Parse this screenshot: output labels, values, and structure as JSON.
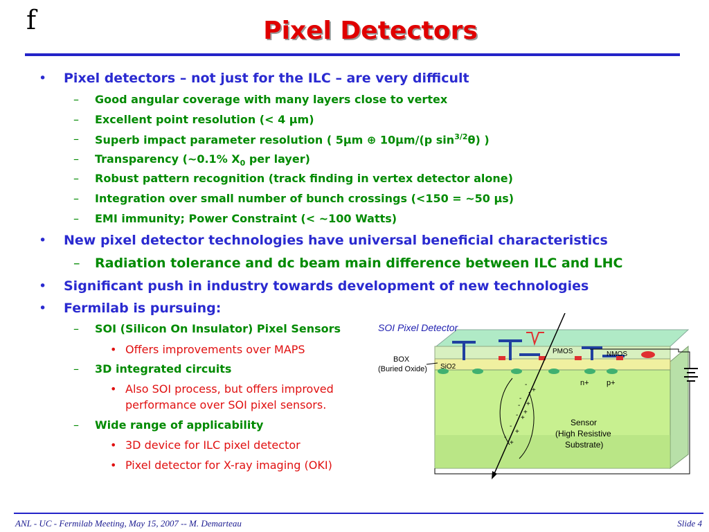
{
  "logo": "f",
  "title": "Pixel Detectors",
  "footer": {
    "left": "ANL - UC - Fermilab Meeting, May 15, 2007 -- M. Demarteau",
    "right": "Slide 4"
  },
  "bullets": {
    "b1": "Pixel detectors – not just for the ILC – are very difficult",
    "b1_1": "Good angular coverage with many layers close to vertex",
    "b1_2": "Excellent point resolution (< 4 μm)",
    "b1_3a": "Superb impact parameter resolution ( 5μm ⊕ 10μm/(p sin",
    "b1_3sup": "3/2",
    "b1_3b": "θ) )",
    "b1_4a": "Transparency (~0.1% X",
    "b1_4sub": "0",
    "b1_4b": " per layer)",
    "b1_5": "Robust pattern recognition (track finding in vertex detector alone)",
    "b1_6": "Integration over small number of bunch crossings (<150 = ~50 μs)",
    "b1_7": "EMI immunity; Power Constraint (< ~100 Watts)",
    "b2": "New pixel detector technologies have universal beneficial characteristics",
    "b2_1": "Radiation tolerance and dc beam main difference between ILC and LHC",
    "b3": "Significant push in industry towards development of new technologies",
    "b4": "Fermilab is pursuing:",
    "b4_1": "SOI (Silicon On Insulator) Pixel Sensors",
    "b4_1_1": "Offers improvements over MAPS",
    "b4_2": "3D integrated circuits",
    "b4_2_1a": "Also SOI process, but offers improved",
    "b4_2_1b": "performance over SOI pixel sensors.",
    "b4_3": "Wide range of applicability",
    "b4_3_1": "3D device for ILC pixel detector",
    "b4_3_2": "Pixel detector for X-ray imaging (OKI)"
  },
  "diagram": {
    "title": "SOI Pixel Detector",
    "box": "BOX",
    "buried_oxide": "(Buried Oxide)",
    "sio2": "SiO2",
    "pmos": "PMOS",
    "nmos": "NMOS",
    "nplus": "n+",
    "pplus": "p+",
    "sensor1": "Sensor",
    "sensor2": "(High Resistive",
    "sensor3": "Substrate)",
    "charges": [
      "+",
      "+",
      "+",
      "+",
      "+",
      "+",
      "-",
      "-",
      "-",
      "-",
      "-",
      "-"
    ],
    "colors": {
      "sensor": "#c8f090",
      "oxide": "#f0f0a0",
      "top_green": "#a8e8c0",
      "metal": "#2040a0",
      "red": "#e03030"
    }
  }
}
